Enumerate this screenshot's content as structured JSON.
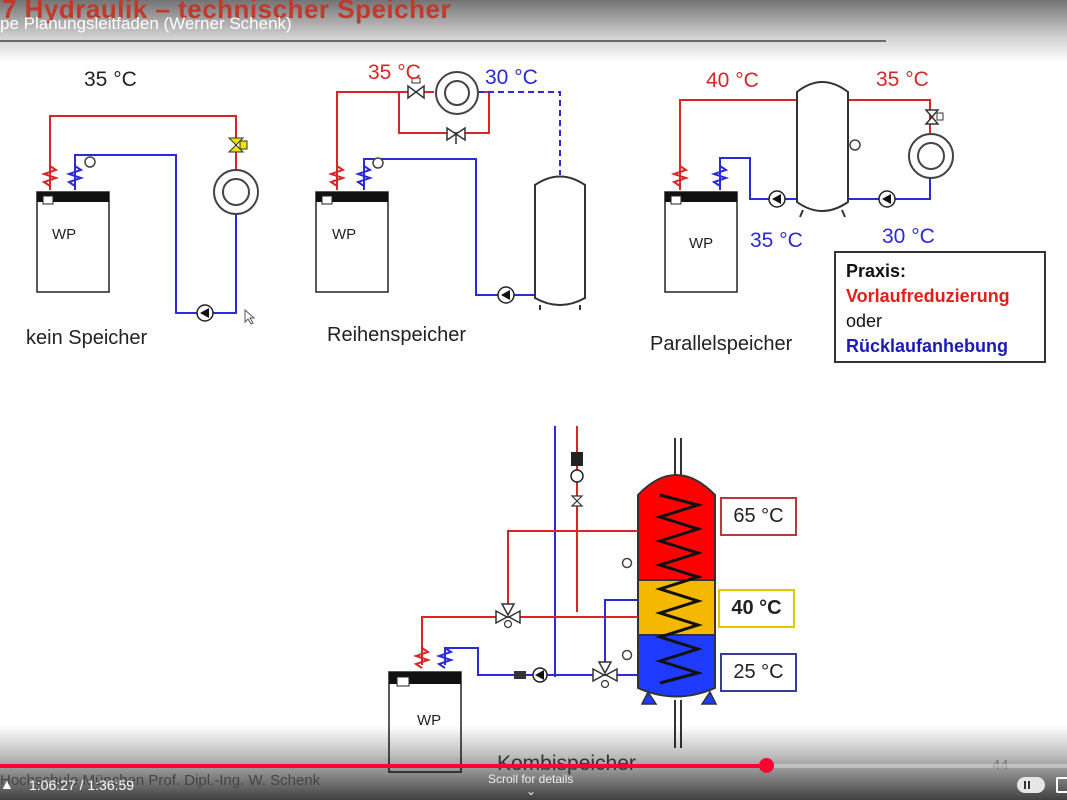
{
  "slide": {
    "title": "7 Hydraulik – technischer Speicher",
    "footer": "Hochschule München Prof. Dipl.-Ing. W. Schenk",
    "page_number": "44"
  },
  "video": {
    "title": "pe Planungsleitfaden (Werner Schenk)",
    "time_current": "1:06:27",
    "time_total": "1:36:59",
    "time_display": "1:06:27 / 1:36:59",
    "progress": 0.7177,
    "scroll_hint": "Scroll for details"
  },
  "diagrams": {
    "kein": {
      "label": "kein Speicher",
      "temp": "35 °C",
      "unit": "WP"
    },
    "reihen": {
      "label": "Reihenspeicher",
      "temp_supply": "35 °C",
      "temp_return": "30 °C",
      "unit": "WP"
    },
    "parallel": {
      "label": "Parallelspeicher",
      "temp_supply_left": "40 °C",
      "temp_supply_right": "35 °C",
      "temp_return_left": "35 °C",
      "temp_return_right": "30 °C",
      "unit": "WP"
    },
    "kombi": {
      "label": "Kombispeicher",
      "temp_top": "65 °C",
      "temp_mid": "40 °C",
      "temp_bottom": "25 °C",
      "unit": "WP"
    }
  },
  "praxis": {
    "heading": "Praxis:",
    "line1": "Vorlaufreduzierung",
    "line2": "oder",
    "line3": "Rücklaufanhebung"
  },
  "colors": {
    "supply": "#d62728",
    "return": "#2a2ad6",
    "warm_zone": "#ff0000",
    "mid_zone": "#f5b800",
    "cold_zone": "#1f3bff",
    "progress": "#ff0033"
  }
}
